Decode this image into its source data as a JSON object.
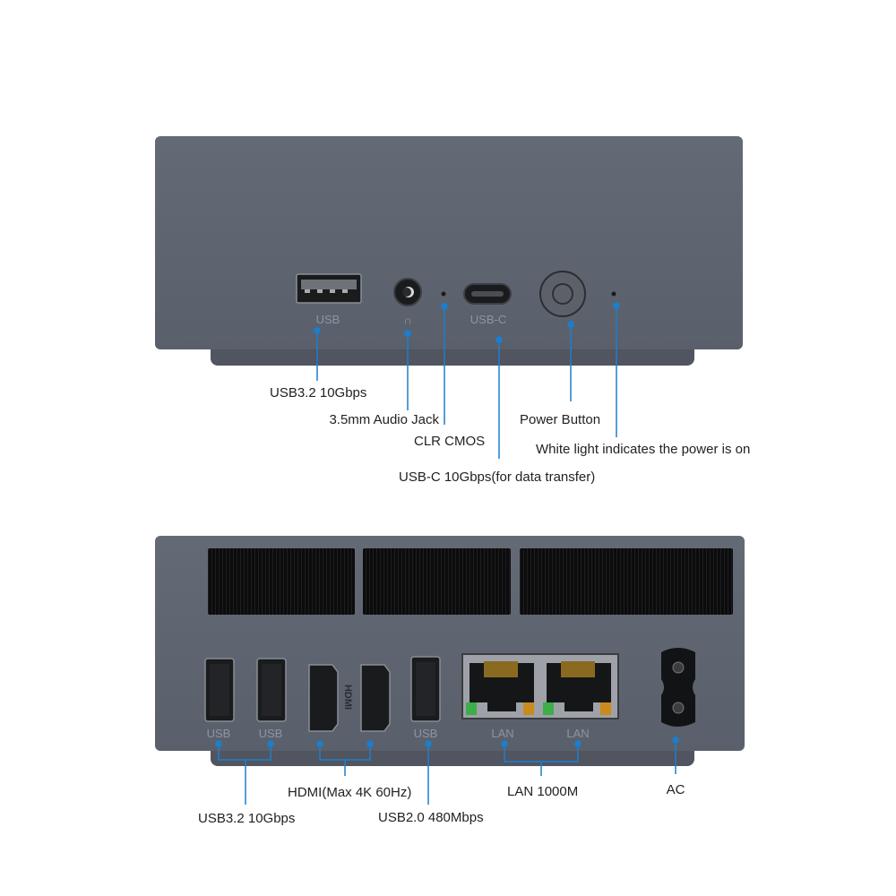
{
  "colors": {
    "body": "#5f6570",
    "callout": "#1a7fd0",
    "text": "#222222",
    "port_label": "#8a95a5"
  },
  "front": {
    "port_labels": {
      "usb": "USB",
      "usbc": "USB-C"
    },
    "callouts": {
      "usb": "USB3.2 10Gbps",
      "audio": "3.5mm Audio Jack",
      "clr": "CLR CMOS",
      "usbc": "USB-C 10Gbps(for data transfer)",
      "power": "Power Button",
      "led": "White light indicates the power is on"
    }
  },
  "rear": {
    "port_labels": {
      "usb1": "USB",
      "usb2": "USB",
      "usb3": "USB",
      "lan1": "LAN",
      "lan2": "LAN",
      "hdmi_logo": "HDMI"
    },
    "callouts": {
      "usb32": "USB3.2 10Gbps",
      "hdmi": "HDMI(Max 4K 60Hz)",
      "usb20": "USB2.0 480Mbps",
      "lan": "LAN 1000M",
      "ac": "AC"
    }
  }
}
